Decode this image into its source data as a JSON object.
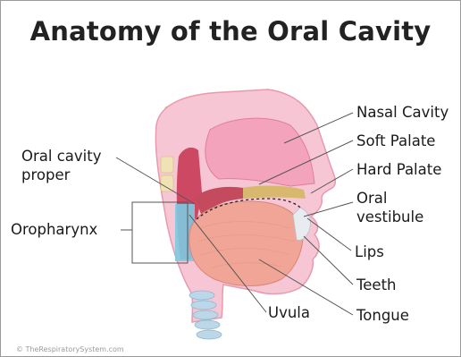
{
  "title": "Anatomy of the Oral Cavity",
  "labels": {
    "nasal_cavity": "Nasal Cavity",
    "soft_palate": "Soft Palate",
    "hard_palate": "Hard Palate",
    "oral_vestibule_line1": "Oral",
    "oral_vestibule_line2": "vestibule",
    "lips": "Lips",
    "teeth": "Teeth",
    "tongue": "Tongue",
    "uvula": "Uvula",
    "oral_cavity_proper_line1": "Oral cavity",
    "oral_cavity_proper_line2": "proper",
    "oropharynx": "Oropharynx"
  },
  "watermark": "© TheRespiratorySystem.com",
  "colors": {
    "skin": "#f7c6d4",
    "skin_outline": "#e89aaf",
    "bone": "#efe2b4",
    "nasal": "#f4a3bd",
    "palate_soft": "#d9586d",
    "palate_hard": "#d7b86e",
    "tongue": "#f0a596",
    "oropharynx_highlight": "#7ec9e0",
    "leader": "#555555"
  }
}
